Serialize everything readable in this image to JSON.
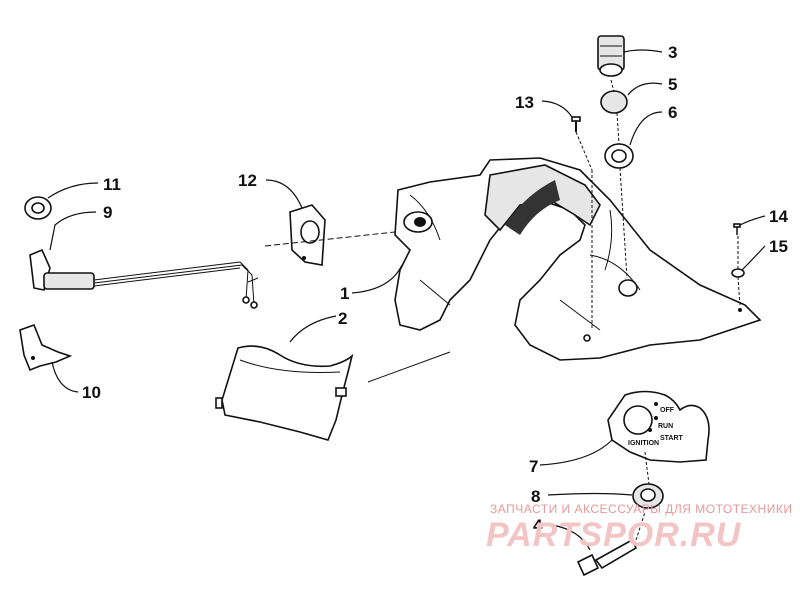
{
  "callouts": [
    {
      "id": "1",
      "label": "1"
    },
    {
      "id": "2",
      "label": "2"
    },
    {
      "id": "3",
      "label": "3"
    },
    {
      "id": "4",
      "label": "4"
    },
    {
      "id": "5",
      "label": "5"
    },
    {
      "id": "6",
      "label": "6"
    },
    {
      "id": "7",
      "label": "7"
    },
    {
      "id": "8",
      "label": "8"
    },
    {
      "id": "9",
      "label": "9"
    },
    {
      "id": "10",
      "label": "10"
    },
    {
      "id": "11",
      "label": "11"
    },
    {
      "id": "12",
      "label": "12"
    },
    {
      "id": "13",
      "label": "13"
    },
    {
      "id": "14",
      "label": "14"
    },
    {
      "id": "15",
      "label": "15"
    }
  ],
  "ignition_plate": {
    "off": "OFF",
    "run": "RUN",
    "start": "START",
    "ignition": "IGNITION"
  },
  "watermark": {
    "tagline": "ЗАПЧАСТИ И АКСЕССУАРЫ ДЛЯ МОТОТЕХНИКИ",
    "brand": "PARTSPOR.RU"
  }
}
